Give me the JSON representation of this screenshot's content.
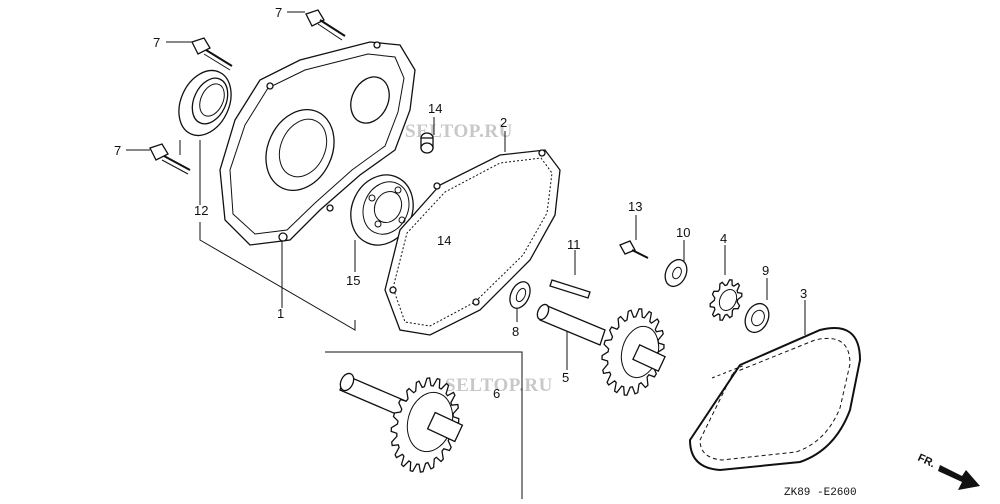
{
  "watermark": "SELTOP.RU",
  "diagram_code": "ZK89 -E2600",
  "direction_label": "FR.",
  "callouts": {
    "p1": "1",
    "p2": "2",
    "p3": "3",
    "p4": "4",
    "p5": "5",
    "p6": "6",
    "p7a": "7",
    "p7b": "7",
    "p7c": "7",
    "p8": "8",
    "p9": "9",
    "p10": "10",
    "p11": "11",
    "p12": "12",
    "p13": "13",
    "p14a": "14",
    "p14b": "14",
    "p15": "15"
  }
}
